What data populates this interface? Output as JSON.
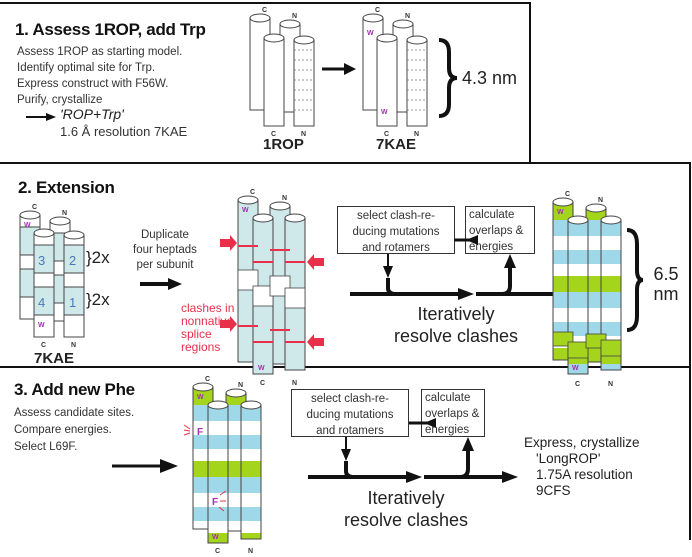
{
  "panel1": {
    "title": "1. Assess 1ROP, add Trp",
    "steps": [
      "Assess 1ROP as starting model.",
      "Identify optimal site for Trp.",
      "Express construct with F56W.",
      "Purify, crystallize"
    ],
    "result_name": "'ROP+Trp'",
    "result_detail": "1.6 Å resolution 7KAE",
    "structure_left_label": "1ROP",
    "structure_right_label": "7KAE",
    "dimension": "4.3 nm",
    "terminus_c": "C",
    "terminus_n": "N",
    "trp_marker": "W"
  },
  "panel2": {
    "title": "2. Extension",
    "structure_label": "7KAE",
    "heptad_numbers": [
      "3",
      "2",
      "4",
      "1"
    ],
    "repeat_label_1": "}2x",
    "repeat_label_2": "}2x",
    "duplicate_text": [
      "Duplicate",
      "four heptads",
      "per subunit"
    ],
    "clash_text": [
      "clashes in",
      "nonnative",
      "splice",
      "regions"
    ],
    "select_box": [
      "select clash-re-",
      "ducing mutations",
      "and rotamers"
    ],
    "calc_box": [
      "calculate",
      "overlaps &",
      "energies"
    ],
    "loop_text": [
      "Iteratively",
      "resolve clashes"
    ],
    "dimension": [
      "6.5",
      "nm"
    ]
  },
  "panel3": {
    "title": "3. Add new Phe",
    "steps": [
      "Assess candidate sites.",
      "Compare energies.",
      "Select L69F."
    ],
    "phe_marker": "F",
    "select_box": [
      "select clash-re-",
      "ducing mutations",
      "and rotamers"
    ],
    "calc_box": [
      "calculate",
      "overlaps &",
      "energies"
    ],
    "loop_text": [
      "Iteratively",
      "resolve clashes"
    ],
    "result": [
      "Express, crystallize",
      "'LongROP'",
      "1.75A resolution",
      "9CFS"
    ]
  },
  "colors": {
    "helix_green": "#a4d41c",
    "helix_blue": "#9fd8e8",
    "helix_pale": "#cfe9ea",
    "clash_red": "#e8304a",
    "trp_purple": "#a030b0"
  }
}
